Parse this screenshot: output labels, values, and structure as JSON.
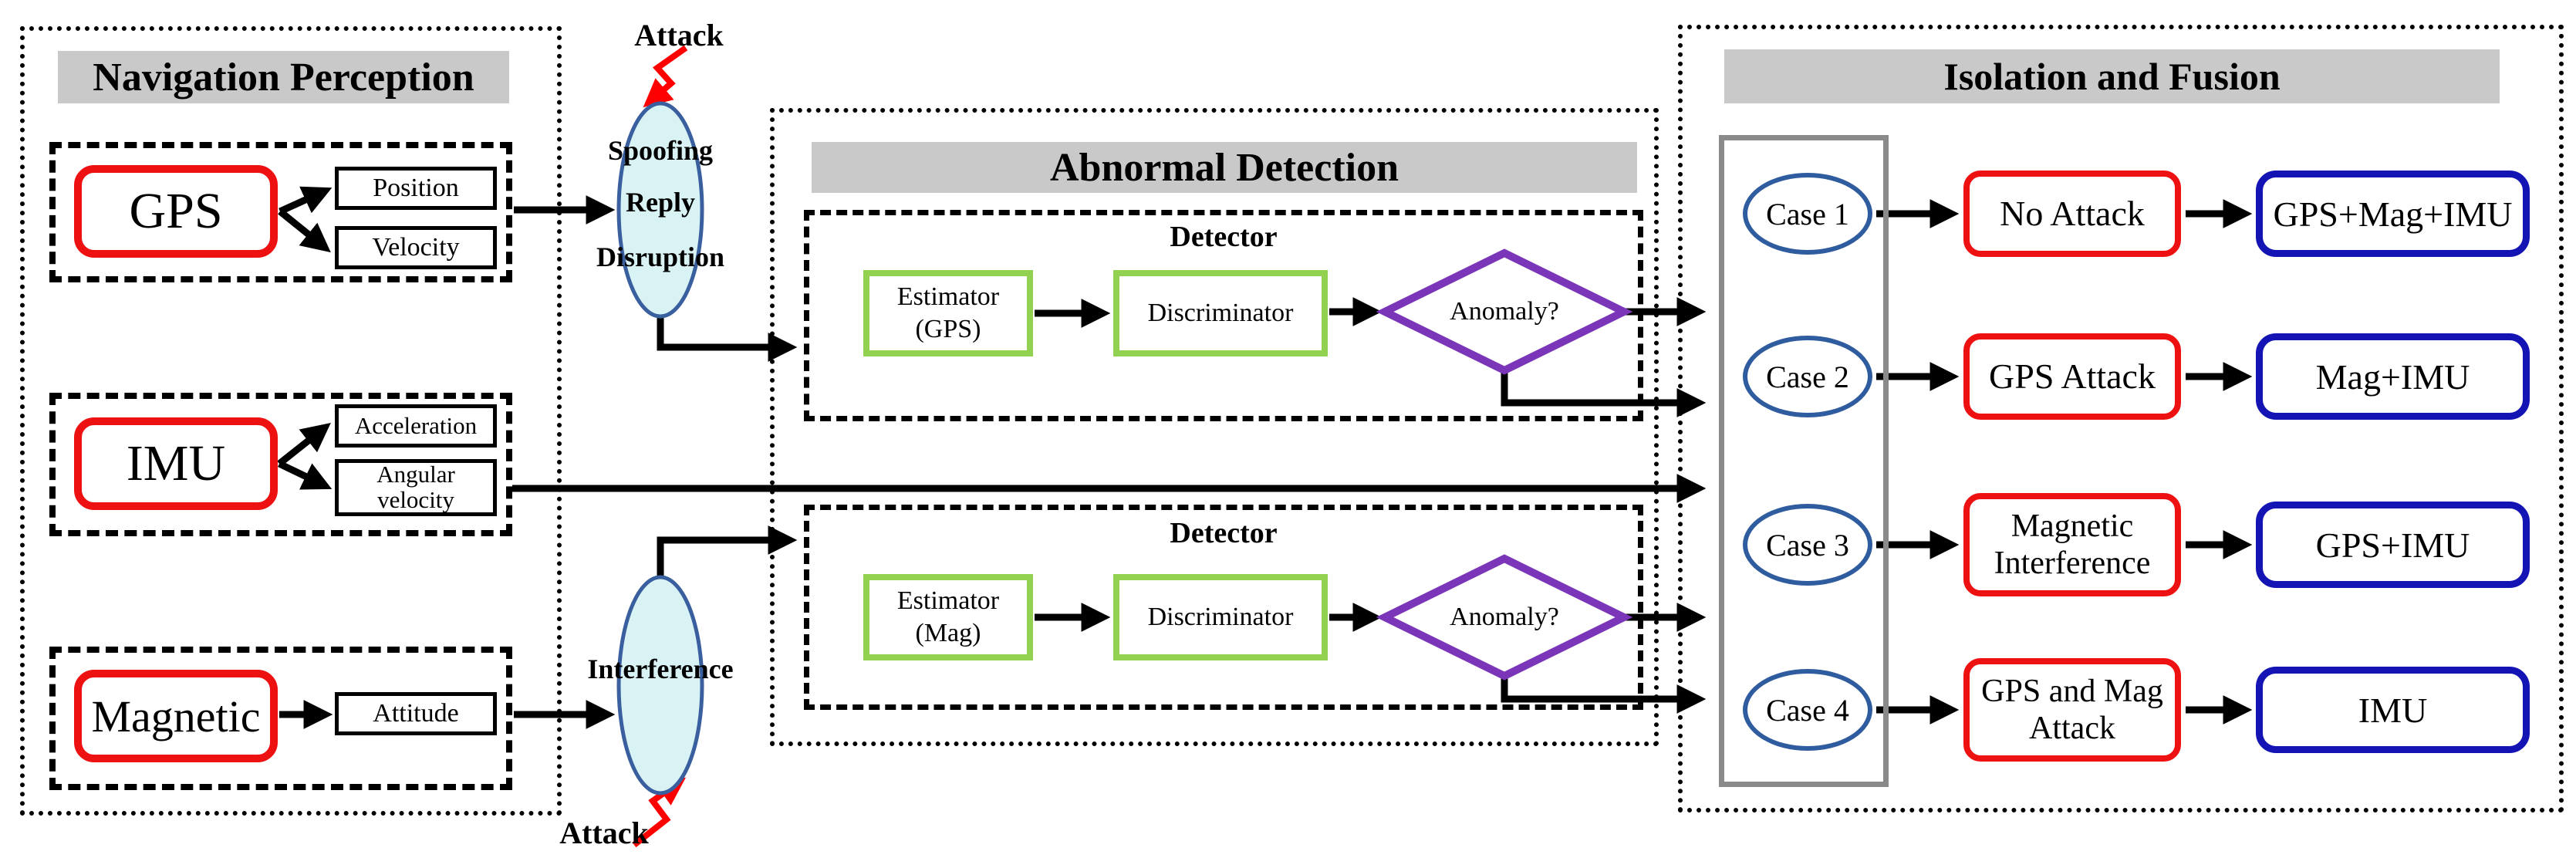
{
  "colors": {
    "sensor_border": "#ee1111",
    "estimator_border": "#92d050",
    "decision_border": "#7b35b8",
    "fusion_border": "#1414b4",
    "ellipse_fill": "#d9f3f5",
    "ellipse_border": "#3a5f9f",
    "case_border": "#2e5c9e",
    "header_bg": "#c9c9c9",
    "column_border": "#8a8a8a",
    "attack_color": "#ff0000"
  },
  "nav": {
    "title": "Navigation Perception",
    "gps": {
      "label": "GPS",
      "outputs": [
        "Position",
        "Velocity"
      ]
    },
    "imu": {
      "label": "IMU",
      "outputs": [
        "Acceleration",
        "Angular velocity"
      ]
    },
    "mag": {
      "label": "Magnetic",
      "outputs": [
        "Attitude"
      ]
    }
  },
  "middle": {
    "attack_top": "Attack",
    "attack_bottom": "Attack",
    "spoofing": [
      "Spoofing",
      "Reply",
      "Disruption"
    ],
    "interference": "Interference"
  },
  "abnormal": {
    "title": "Abnormal Detection",
    "detectors": [
      {
        "label": "Detector",
        "estimator": "Estimator",
        "estimator_sub": "(GPS)",
        "discriminator": "Discriminator",
        "decision": "Anomaly?"
      },
      {
        "label": "Detector",
        "estimator": "Estimator",
        "estimator_sub": "(Mag)",
        "discriminator": "Discriminator",
        "decision": "Anomaly?"
      }
    ]
  },
  "isolation": {
    "title": "Isolation and Fusion",
    "cases": [
      {
        "label": "Case 1",
        "condition": "No Attack",
        "fusion": "GPS+Mag+IMU"
      },
      {
        "label": "Case 2",
        "condition": "GPS Attack",
        "fusion": "Mag+IMU"
      },
      {
        "label": "Case 3",
        "condition": "Magnetic Interference",
        "fusion": "GPS+IMU"
      },
      {
        "label": "Case 4",
        "condition": "GPS and Mag Attack",
        "fusion": "IMU"
      }
    ]
  }
}
